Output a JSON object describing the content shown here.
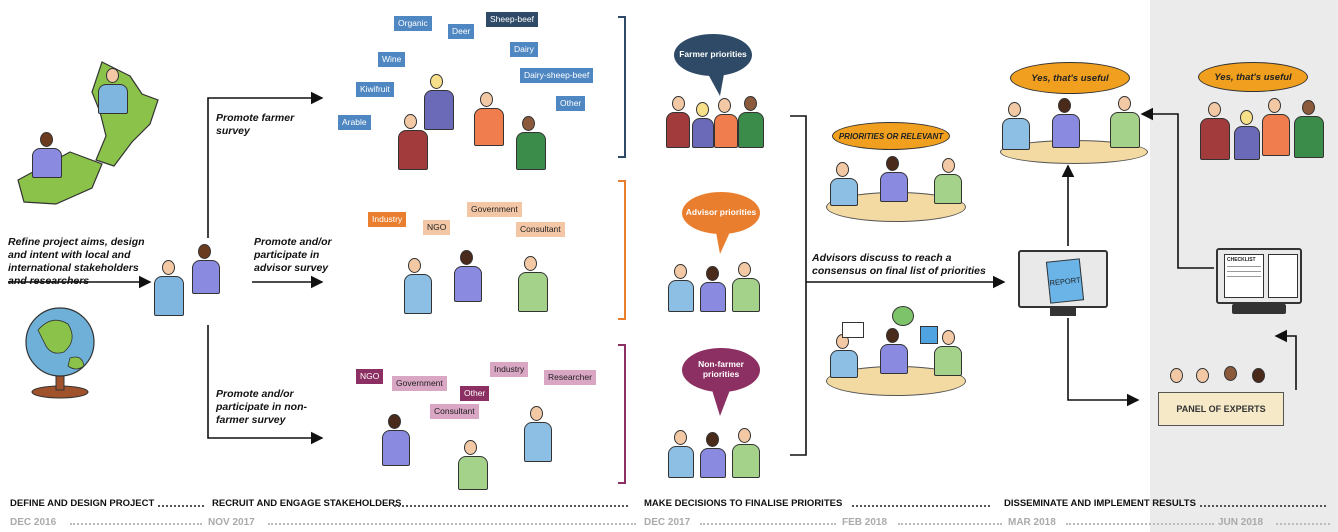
{
  "steps": {
    "refine": "Refine project aims, design and intent with local and international stakeholders and researchers",
    "farmer_survey": "Promote farmer survey",
    "advisor_survey": "Promote and/or participate in advisor survey",
    "nonfarmer_survey": "Promote and/or participate in non-farmer survey",
    "advisors_discuss": "Advisors discuss to reach a consensus on final list of priorities"
  },
  "farmer_tags": [
    "Organic",
    "Deer",
    "Sheep-beef",
    "Wine",
    "Dairy",
    "Kiwifruit",
    "Dairy-sheep-beef",
    "Other",
    "Arable"
  ],
  "advisor_tags": [
    "Industry",
    "NGO",
    "Government",
    "Consultant"
  ],
  "nonfarmer_tags": [
    "NGO",
    "Government",
    "Other",
    "Industry",
    "Researcher",
    "Consultant"
  ],
  "bubbles": {
    "farmer": "Farmer priorities",
    "advisor": "Advisor priorities",
    "nonfarmer": "Non-farmer priorities",
    "relevant": "PRIORITIES OR RELEVANT",
    "useful_1": "Yes, that's useful",
    "useful_2": "Yes, that's useful"
  },
  "artifacts": {
    "report": "REPORT",
    "panel": "PANEL OF EXPERTS",
    "checklist": "CHECKLIST"
  },
  "timeline": {
    "phases": [
      "DEFINE AND DESIGN PROJECT",
      "RECRUIT AND ENGAGE STAKEHOLDERS",
      "MAKE DECISIONS TO FINALISE PRIORITES",
      "DISSEMINATE AND IMPLEMENT RESULTS"
    ],
    "dates": [
      "DEC 2016",
      "NOV 2017",
      "DEC 2017",
      "FEB 2018",
      "MAR 2018",
      "JUN 2018"
    ]
  },
  "colors": {
    "farmer": "#2e4a66",
    "farmer_tag": "#4f87c2",
    "advisor": "#e97f2e",
    "advisor_tag": "#f3c7a6",
    "nonfarmer": "#8c2f62",
    "nonfarmer_tag": "#d9a6c4",
    "highlight": "#ebebeb"
  }
}
